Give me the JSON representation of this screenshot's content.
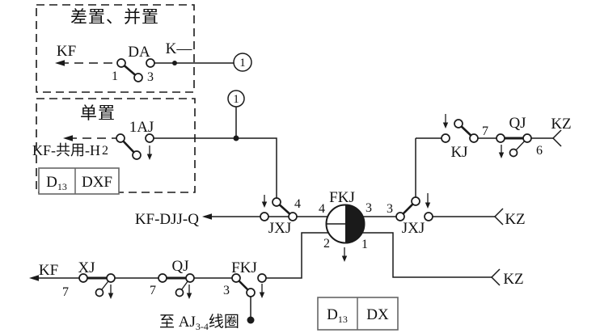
{
  "diagram": {
    "title_hint": "relay circuit diagram",
    "colors": {
      "ink": "#1a1a1a",
      "paper": "#ffffff"
    },
    "groups": {
      "g1": "差置、并置",
      "g2": "单置"
    },
    "relays": {
      "da": "DA",
      "aj": "1AJ",
      "jxj": "JXJ",
      "fkj": "FKJ",
      "kj": "KJ",
      "qj": "QJ",
      "xj": "XJ"
    },
    "terminals": {
      "n1": "1",
      "n2": "2",
      "n3": "3",
      "n4": "4",
      "n6": "6",
      "n7": "7"
    },
    "wires": {
      "kf": "KF",
      "kf_shared": "KF-共用-H",
      "kf_djj_q": "KF-DJJ-Q",
      "k": "K—",
      "kz": "KZ"
    },
    "connector": {
      "id": "1"
    },
    "tags": {
      "d": "D",
      "d_sub": "13",
      "dxf": "DXF",
      "dx": "DX"
    },
    "note": {
      "prefix": "至 AJ",
      "sub": "3-4",
      "suffix": "线圈"
    }
  }
}
